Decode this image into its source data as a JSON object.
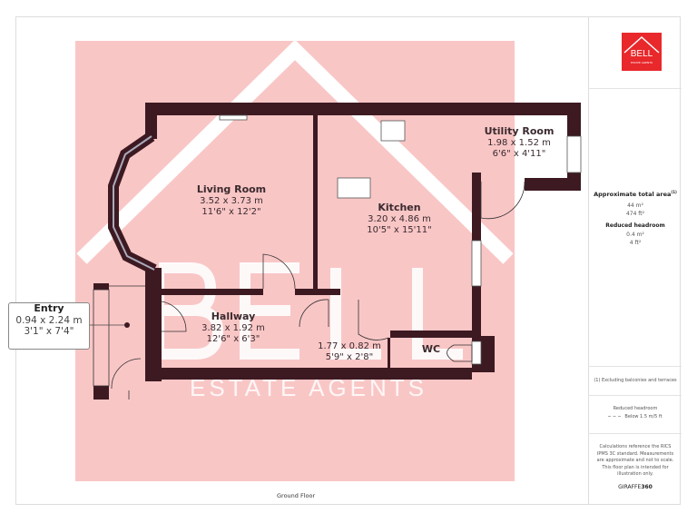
{
  "brand": {
    "name": "BELL",
    "tagline": "ESTATE AGENTS",
    "color": "#e8282b"
  },
  "watermark": {
    "name": "BELL",
    "tagline": "ESTATE AGENTS",
    "color": "#f9c6c6"
  },
  "rooms": [
    {
      "name": "Living Room",
      "metric": "3.52 x 3.73 m",
      "imperial": "11'6\" x 12'2\""
    },
    {
      "name": "Kitchen",
      "metric": "3.20 x 4.86 m",
      "imperial": "10'5\" x 15'11\""
    },
    {
      "name": "Utility Room",
      "metric": "1.98 x 1.52 m",
      "imperial": "6'6\" x 4'11\""
    },
    {
      "name": "Hallway",
      "metric": "3.82 x 1.92 m",
      "imperial": "12'6\" x 6'3\""
    },
    {
      "name": "",
      "metric": "1.77 x 0.82 m",
      "imperial": "5'9\" x 2'8\""
    },
    {
      "name": "WC",
      "metric": "",
      "imperial": ""
    },
    {
      "name": "Entry",
      "metric": "0.94 x 2.24 m",
      "imperial": "3'1\" x 7'4\""
    }
  ],
  "floor_label": "Ground Floor",
  "panel": {
    "total_title": "Approximate total area",
    "total_sup": "(1)",
    "total_m": "44 m²",
    "total_ft": "474 ft²",
    "reduced_title": "Reduced headroom",
    "reduced_m": "0.4 m²",
    "reduced_ft": "4 ft²",
    "footnote": "(1) Excluding balconies and terraces",
    "legend_title": "Reduced headroom",
    "legend_item": "Below 1.5 m/5 ft",
    "disclaimer": "Calculations reference the RICS IPMS 3C standard. Measurements are approximate and not to scale. This floor plan is intended for illustration only.",
    "credit_a": "GIRAFFE",
    "credit_b": "360"
  }
}
